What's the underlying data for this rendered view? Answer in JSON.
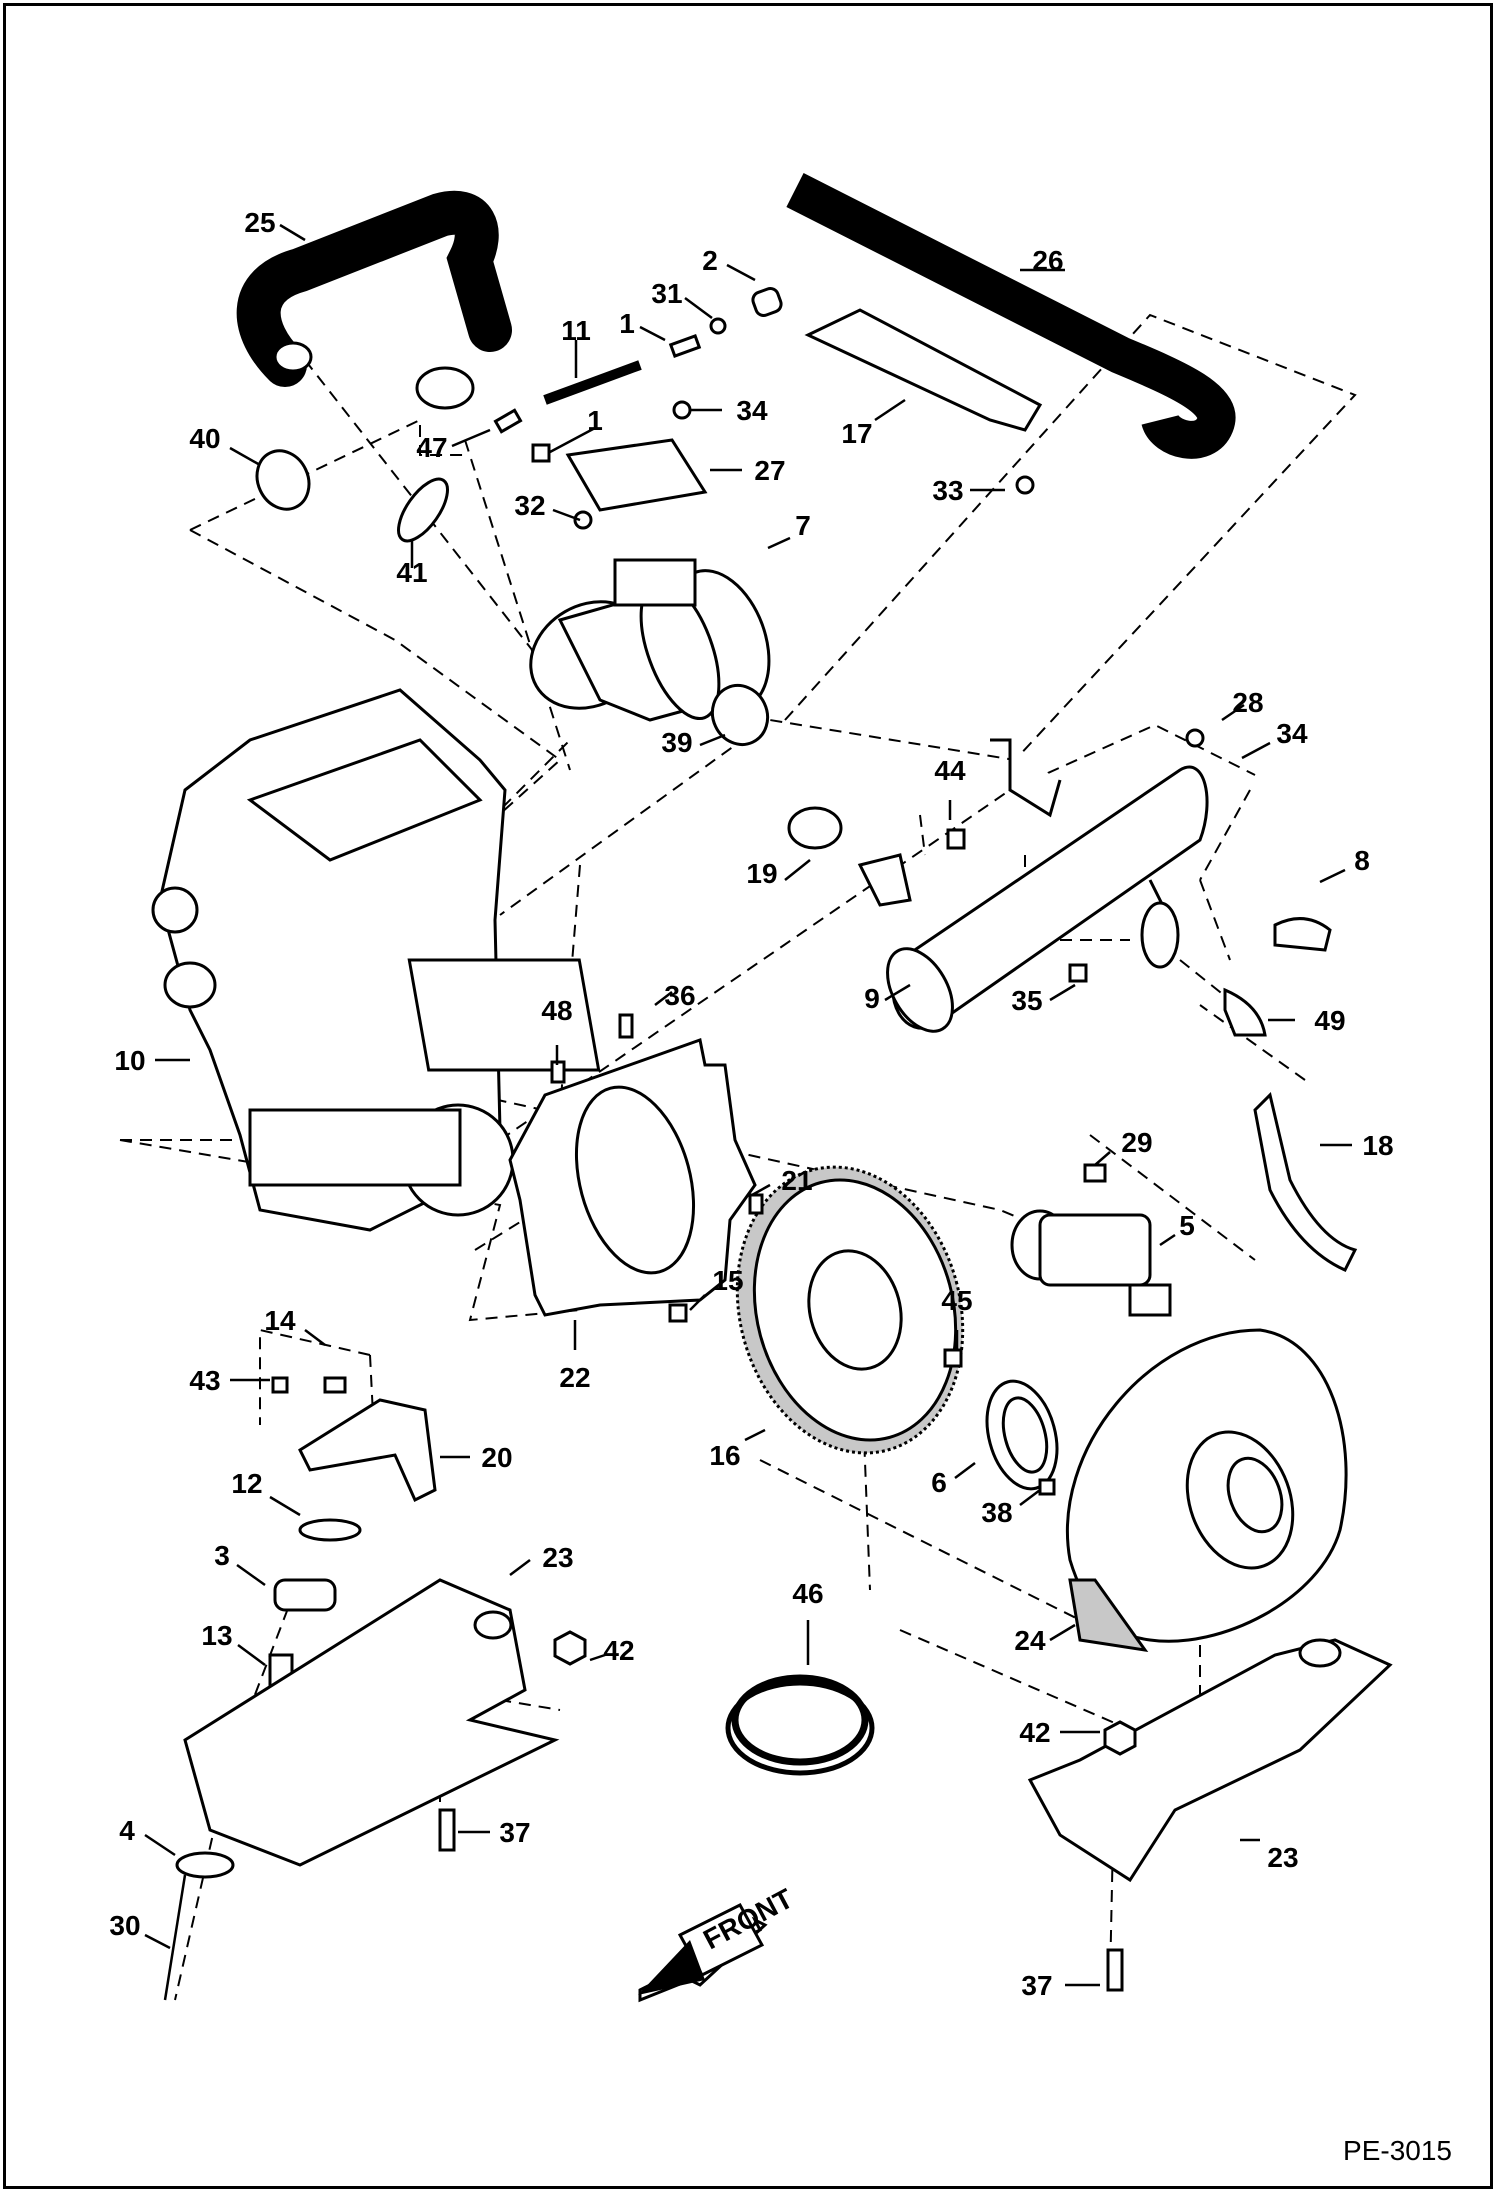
{
  "drawing_code": "PE-3015",
  "front_arrow": "FRONT",
  "callouts": [
    "25",
    "2",
    "31",
    "1",
    "11",
    "26",
    "34",
    "47",
    "40",
    "27",
    "17",
    "32",
    "41",
    "33",
    "7",
    "28",
    "39",
    "44",
    "8",
    "19",
    "9",
    "35",
    "49",
    "36",
    "48",
    "10",
    "18",
    "29",
    "21",
    "5",
    "15",
    "14",
    "45",
    "43",
    "22",
    "20",
    "16",
    "6",
    "12",
    "38",
    "3",
    "23",
    "46",
    "42",
    "13",
    "24",
    "37",
    "4",
    "30"
  ]
}
